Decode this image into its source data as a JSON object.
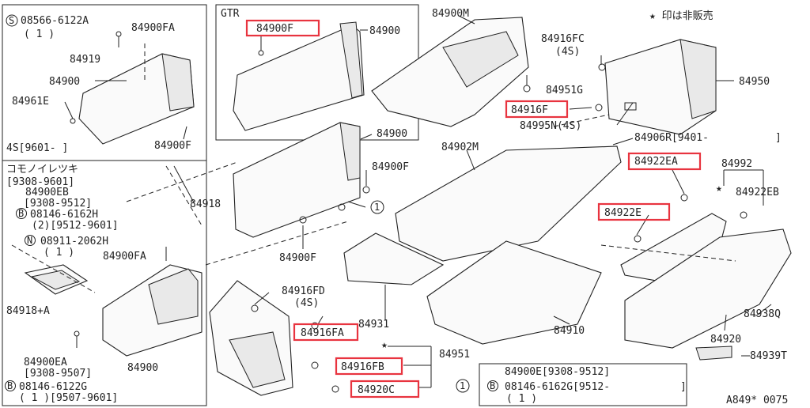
{
  "header": {
    "note": "★ 印は非販売",
    "figure_ref": "A849* 0075"
  },
  "box_4s": {
    "title": "4S[9601-  ]",
    "screw_code": "S",
    "screw_part": "08566-6122A",
    "screw_qty": "( 1 )",
    "labels": [
      "84900FA",
      "84919",
      "84900",
      "84961E",
      "84900F"
    ]
  },
  "box_gtr": {
    "title": "GTR",
    "labels": [
      "84900F",
      "84900"
    ]
  },
  "box_komono": {
    "title": "コモノイレツキ",
    "period": "[9308-9601]",
    "eb_part": "84900EB",
    "eb_period": "[9308-9512]",
    "b_code": "B",
    "b_part": "08146-6162H",
    "b_qty": "(2)[9512-9601]",
    "n_code": "N",
    "n_part": "08911-2062H",
    "n_qty": "( 1 )",
    "labels": [
      "84900FA",
      "84918+A",
      "84900EA",
      "84900"
    ],
    "ea_period": "[9308-9507]",
    "b2_code": "B",
    "b2_part": "08146-6122G",
    "b2_qty": "( 1 )[9507-9601]"
  },
  "main_labels": {
    "l84900M": "84900M",
    "l84916FC": "84916FC",
    "l4S_a": "(4S)",
    "l84950": "84950",
    "l84951G": "84951G",
    "l84916F": "84916F",
    "l84995N": "84995N(4S)",
    "l84906R": "84906R[9401-",
    "l84906R_end": "]",
    "l84900_mid": "84900",
    "l84902M": "84902M",
    "l84922EA": "84922EA",
    "l84992": "84992",
    "l84922EB": "84922EB",
    "l84900F_mid": "84900F",
    "l84918": "84918",
    "l84922E": "84922E",
    "l84900F_low": "84900F",
    "l84916FD": "84916FD",
    "l4S_b": "(4S)",
    "l84916FA": "84916FA",
    "l84931": "84931",
    "l84910": "84910",
    "l84938Q": "84938Q",
    "l84920": "84920",
    "l84951": "84951",
    "l84939T": "84939T",
    "l84916FB": "84916FB",
    "l84920C": "84920C",
    "star": "★",
    "circle1": "1"
  },
  "legend_box": {
    "ref": "1",
    "line1": "84900E[9308-9512]",
    "b_code": "B",
    "line2": "08146-6162G[9512-",
    "line2_end": "]",
    "line3": "( 1 )"
  },
  "colors": {
    "highlight": "#e8343f",
    "ink": "#222222"
  }
}
